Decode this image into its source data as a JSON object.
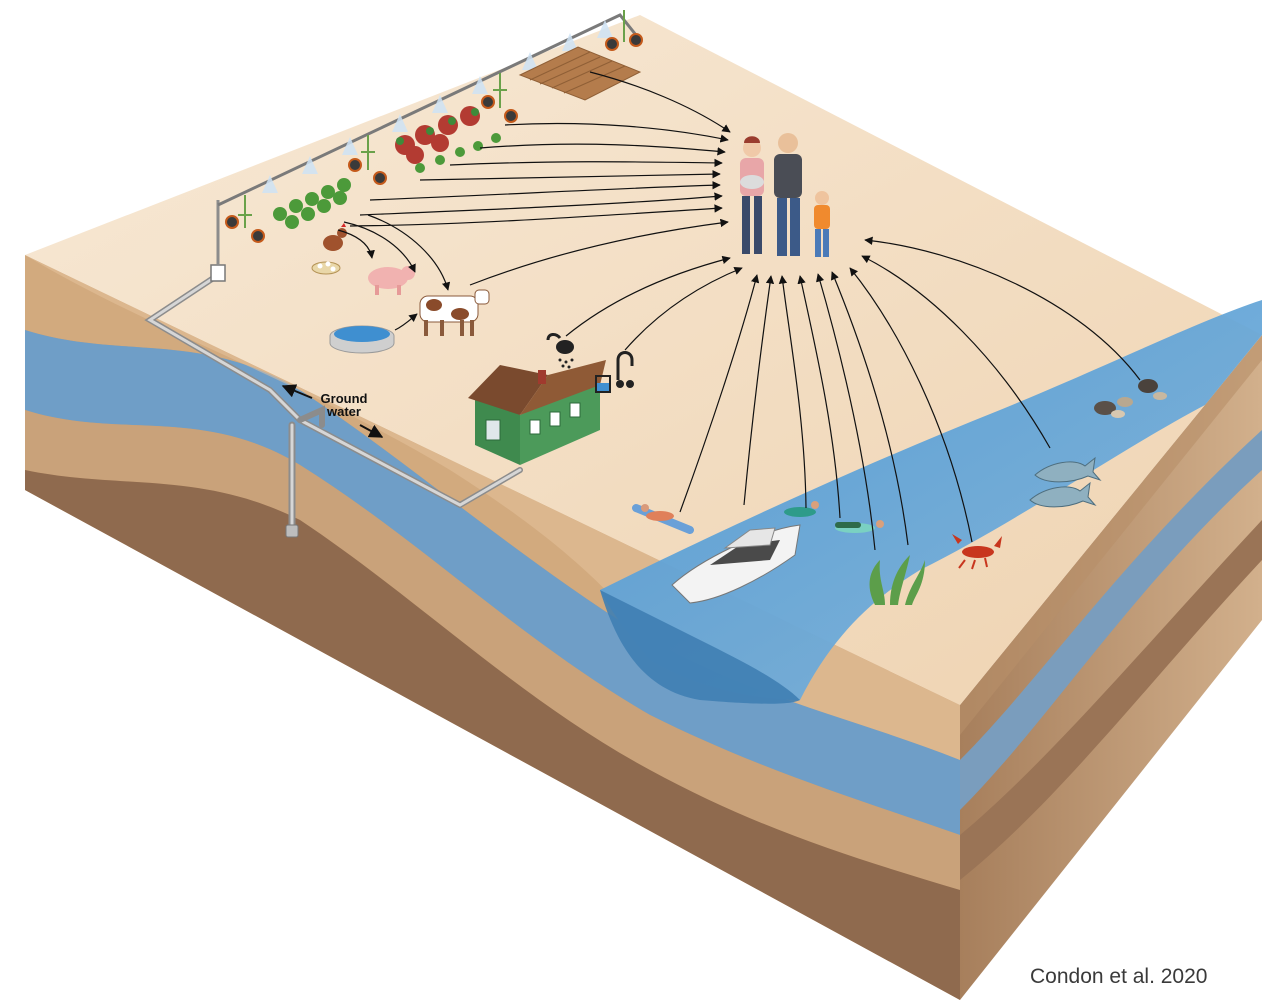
{
  "labels": {
    "ground_line1": "Ground",
    "ground_line2": "water",
    "credit": "Condon et al. 2020"
  },
  "colors": {
    "surface_top": "#f4e2cc",
    "soil": "#c69a6c",
    "soil_dark": "#8f6a4e",
    "aquifer": "#6f9ec7",
    "river": "#4f99d3",
    "arrow": "#111111"
  },
  "icons": [
    "center-pivot-irrigation-icon",
    "crop-field-icon",
    "orchard-trees-icon",
    "lettuce-crop-icon",
    "chicken-icon",
    "egg-tray-icon",
    "pig-icon",
    "cow-icon",
    "water-trough-icon",
    "house-icon",
    "shower-head-icon",
    "faucet-glass-icon",
    "family-icon",
    "sunbather-icon",
    "boat-icon",
    "swimmer-icon",
    "kelp-icon",
    "lobster-icon",
    "salmon-icon",
    "clams-icon",
    "well-pump-icon",
    "groundwater-well-icon"
  ]
}
